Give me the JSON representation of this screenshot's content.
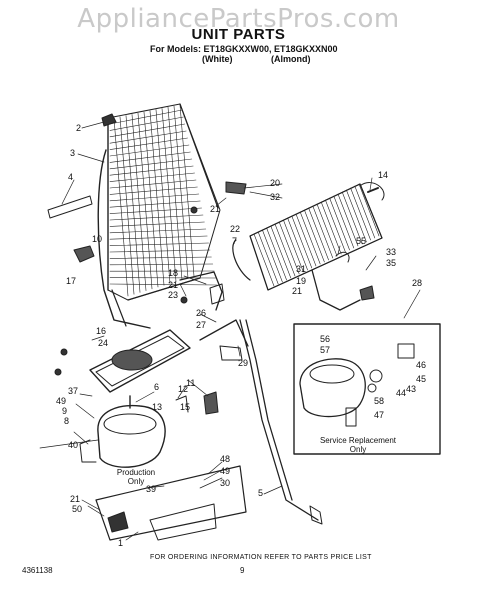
{
  "header": {
    "watermark": "AppliancePartsPros.com",
    "title": "UNIT PARTS",
    "models": "For Models: ET18GKXXW00, ET18GKXXN00",
    "variants": [
      "(White)",
      "(Almond)"
    ]
  },
  "callouts": [
    "2",
    "3",
    "4",
    "10",
    "17",
    "20",
    "32",
    "21",
    "14",
    "22",
    "7",
    "55",
    "33",
    "35",
    "31",
    "19",
    "18",
    "21",
    "23",
    "21",
    "28",
    "16",
    "24",
    "26",
    "27",
    "29",
    "56",
    "57",
    "46",
    "45",
    "43",
    "44",
    "58",
    "47",
    "37",
    "6",
    "12",
    "11",
    "49",
    "9",
    "8",
    "15",
    "13",
    "40",
    "48",
    "49",
    "30",
    "39",
    "21",
    "50",
    "1",
    "5"
  ],
  "notes": {
    "production": [
      "Production",
      "Only"
    ],
    "service": [
      "Service Replacement",
      "Only"
    ]
  },
  "footer": {
    "ordering": "FOR ORDERING INFORMATION REFER TO PARTS PRICE LIST",
    "doc_number": "4361138",
    "page": "9"
  }
}
